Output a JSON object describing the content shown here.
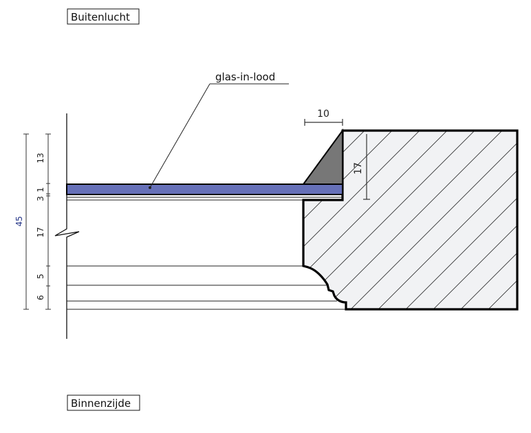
{
  "labels": {
    "outside": "Buitenlucht",
    "inside": "Binnenzijde",
    "glass": "glas-in-lood"
  },
  "dimensions": {
    "rebate_width": "10",
    "rebate_height": "17",
    "total": "45",
    "segments": [
      "13",
      "1",
      "3",
      "17",
      "5",
      "6"
    ]
  },
  "colors": {
    "glass": "#6670b8",
    "bead": "#777777",
    "frame_fill": "#f1f2f4"
  }
}
